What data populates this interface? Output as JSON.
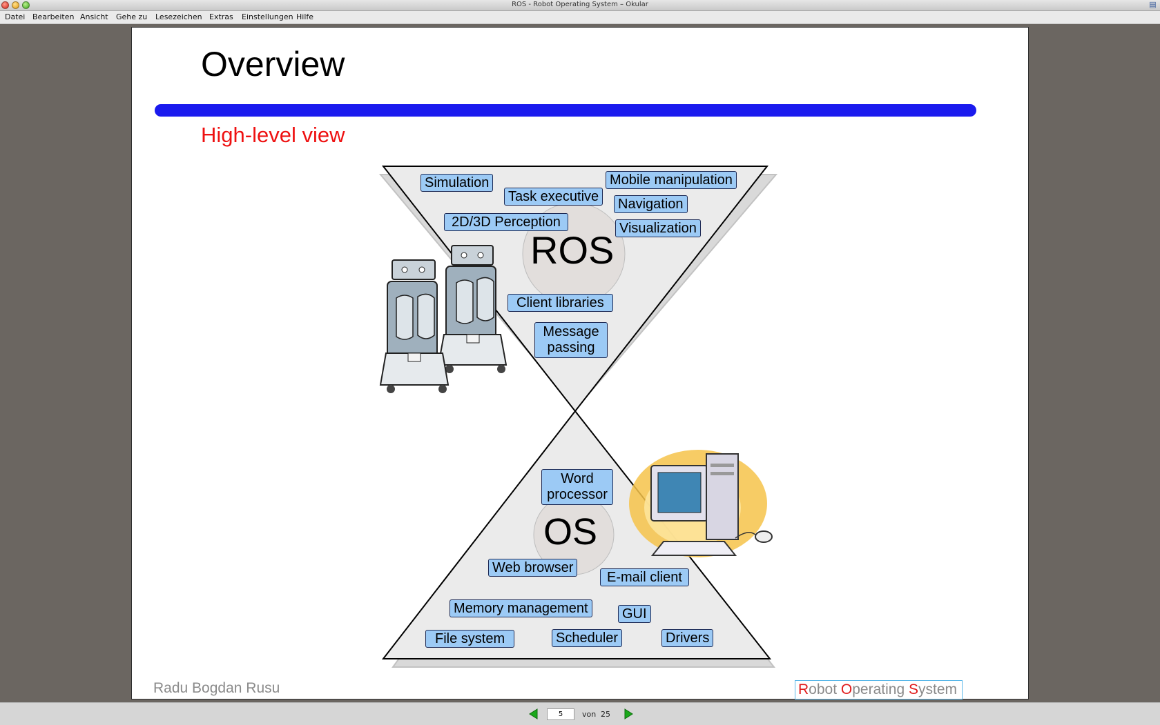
{
  "window": {
    "title": "ROS - Robot Operating System – Okular"
  },
  "menu": [
    "Datei",
    "Bearbeiten",
    "Ansicht",
    "Gehe zu",
    "Lesezeichen",
    "Extras",
    "Einstellungen",
    "Hilfe"
  ],
  "slide": {
    "title": "Overview",
    "subtitle": "High-level view",
    "ros_word": "ROS",
    "os_word": "OS",
    "ros_labels": {
      "simulation": "Simulation",
      "task_executive": "Task executive",
      "mobile_manipulation": "Mobile manipulation",
      "navigation": "Navigation",
      "perception": "2D/3D Perception",
      "visualization": "Visualization",
      "client_libraries": "Client libraries",
      "message_passing": "Message passing"
    },
    "os_labels": {
      "word_processor": "Word processor",
      "web_browser": "Web browser",
      "email_client": "E-mail client",
      "memory_management": "Memory management",
      "gui": "GUI",
      "file_system": "File system",
      "scheduler": "Scheduler",
      "drivers": "Drivers"
    },
    "footer_author": "Radu Bogdan Rusu",
    "footer_brand": {
      "r_cap": "R",
      "r_rest": "obot ",
      "o_cap": "O",
      "o_rest": "perating ",
      "s_cap": "S",
      "s_rest": "ystem"
    }
  },
  "navigation": {
    "current_page": "5",
    "of_label": "von",
    "total_pages": "25"
  },
  "colors": {
    "accent_bar": "#1a1aee",
    "subtitle": "#ee1111",
    "label_fill": "#9ccaf5",
    "nav_arrow": "#1aa81a"
  }
}
